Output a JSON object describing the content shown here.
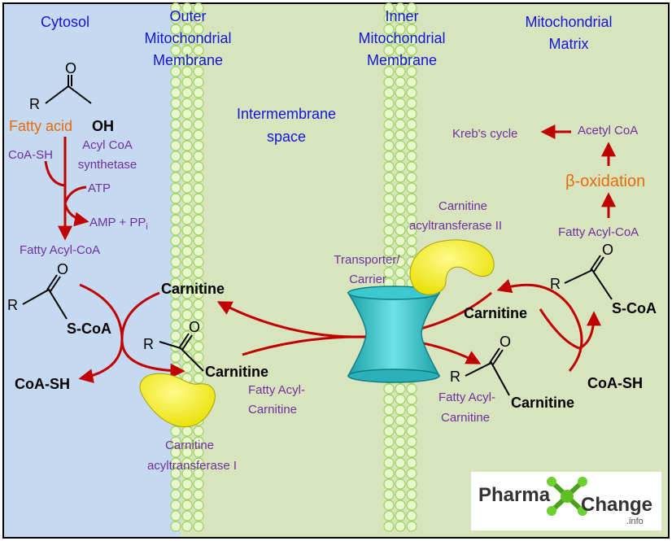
{
  "regions": {
    "cytosol": "Cytosol",
    "outer_membrane": [
      "Outer",
      "Mitochondrial",
      "Membrane"
    ],
    "inner_membrane": [
      "Inner",
      "Mitochondrial",
      "Membrane"
    ],
    "intermembrane": [
      "Intermembrane",
      "space"
    ],
    "matrix": [
      "Mitochondrial",
      "Matrix"
    ]
  },
  "cytosol": {
    "R": "R",
    "O": "O",
    "OH": "OH",
    "fatty_acid": "Fatty acid",
    "coa_sh": "CoA-SH",
    "enzyme": [
      "Acyl CoA",
      "synthetase"
    ],
    "atp": "ATP",
    "amp": "AMP + PP",
    "amp_sub": "i",
    "fatty_acyl_coa": "Fatty Acyl-CoA",
    "thioester_O": "O",
    "thioester_R": "R",
    "thioester_S": "S-CoA",
    "coa_sh_out": "CoA-SH"
  },
  "outer": {
    "carnitine": "Carnitine",
    "acyl_O": "O",
    "acyl_R": "R",
    "acyl_carnitine": "Carnitine",
    "fatty_acyl_carnitine": [
      "Fatty Acyl-",
      "Carnitine"
    ],
    "enzyme": [
      "Carnitine",
      "acyltransferase I"
    ]
  },
  "transporter": {
    "label": [
      "Transporter/",
      "Carrier"
    ]
  },
  "inner": {
    "enzyme": [
      "Carnitine",
      "acyltransferase II"
    ],
    "carnitine": "Carnitine",
    "acyl_O": "O",
    "acyl_R": "R",
    "acyl_carnitine": "Carnitine",
    "fatty_acyl_carnitine": [
      "Fatty Acyl-",
      "Carnitine"
    ]
  },
  "matrix": {
    "krebs": "Kreb's cycle",
    "acetyl_coa": "Acetyl CoA",
    "beta_oxidation": "β-oxidation",
    "fatty_acyl_coa": "Fatty Acyl-CoA",
    "thioester_O": "O",
    "thioester_R": "R",
    "thioester_S": "S-CoA",
    "coa_sh": "CoA-SH"
  },
  "logo": {
    "pharma": "Pharma",
    "change": "Change",
    "info": ".info"
  },
  "colors": {
    "cytosol_bg": "#c5d9f0",
    "matrix_bg": "#d7e4bd",
    "membrane_circle": "#b8e67a",
    "region_label": "#1515d8",
    "enzyme_text": "#7030a0",
    "orange": "#e46c0a",
    "arrow": "#c00000",
    "enzyme_shape": "#f5f519",
    "transporter": "#30c0c8"
  }
}
